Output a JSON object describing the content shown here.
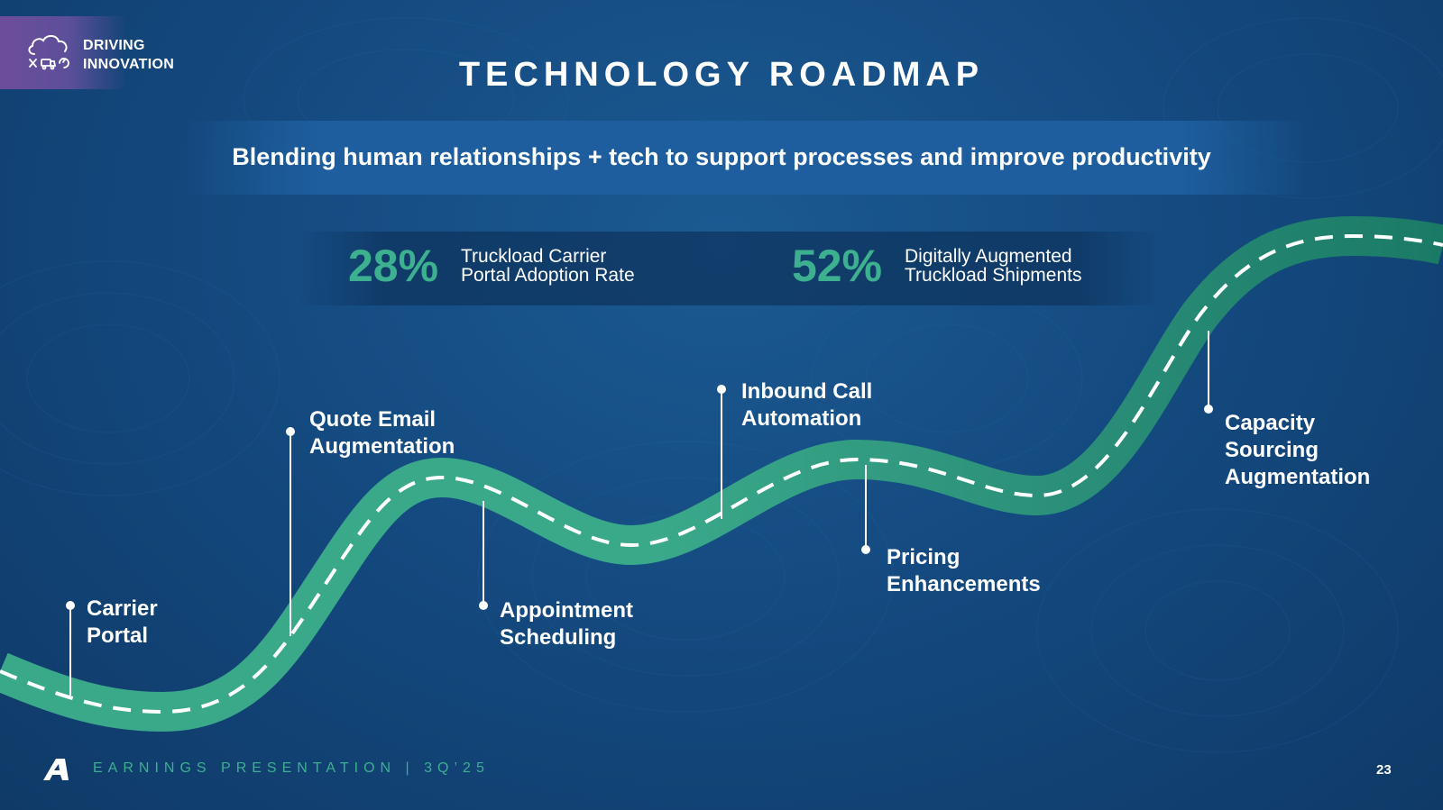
{
  "badge": {
    "line1": "DRIVING",
    "line2": "INNOVATION",
    "icon": "cloud-logistics-icon"
  },
  "title": "TECHNOLOGY ROADMAP",
  "subtitle": "Blending human relationships + tech to support processes and improve productivity",
  "stats": [
    {
      "value": "28%",
      "label_line1": "Truckload Carrier",
      "label_line2": "Portal Adoption Rate"
    },
    {
      "value": "52%",
      "label_line1": "Digitally Augmented",
      "label_line2": "Truckload Shipments"
    }
  ],
  "milestones": [
    {
      "line1": "Carrier",
      "line2": "Portal"
    },
    {
      "line1": "Quote Email",
      "line2": "Augmentation"
    },
    {
      "line1": "Appointment",
      "line2": "Scheduling"
    },
    {
      "line1": "Inbound Call",
      "line2": "Automation"
    },
    {
      "line1": "Pricing",
      "line2": "Enhancements"
    },
    {
      "line1": "Capacity",
      "line2": "Sourcing",
      "line3": "Augmentation"
    }
  ],
  "footer": {
    "text": "EARNINGS PRESENTATION  |  3Q’25",
    "page_number": "23",
    "logo": "company-logo-icon"
  },
  "colors": {
    "accent_green": "#3cb08f",
    "road_dark": "#1b7a6a",
    "background": "#144a80"
  }
}
